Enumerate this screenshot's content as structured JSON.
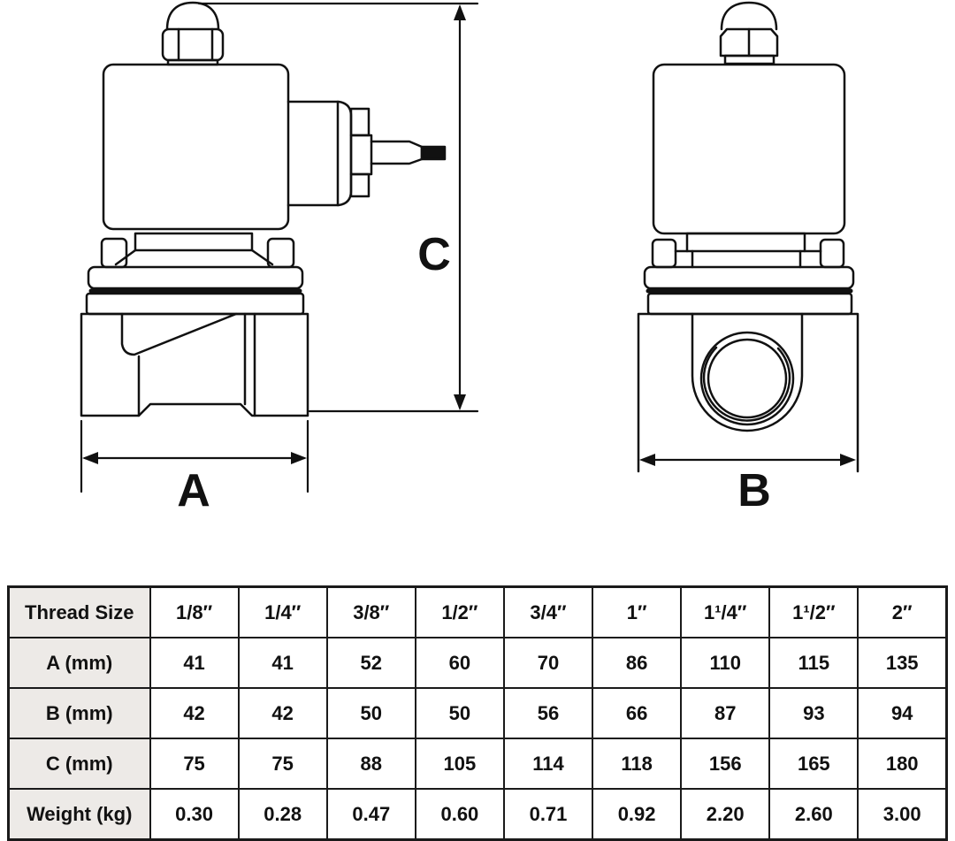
{
  "drawing": {
    "dim_labels": {
      "a": "A",
      "b": "B",
      "c": "C"
    }
  },
  "table": {
    "header": {
      "label": "Thread Size",
      "sizes": [
        "1/8′′",
        "1/4′′",
        "3/8′′",
        "1/2′′",
        "3/4′′",
        "1′′",
        "1¹/4′′",
        "1¹/2′′",
        "2′′"
      ]
    },
    "rows": [
      {
        "label": "A (mm)",
        "values": [
          "41",
          "41",
          "52",
          "60",
          "70",
          "86",
          "110",
          "115",
          "135"
        ]
      },
      {
        "label": "B (mm)",
        "values": [
          "42",
          "42",
          "50",
          "50",
          "56",
          "66",
          "87",
          "93",
          "94"
        ]
      },
      {
        "label": "C (mm)",
        "values": [
          "75",
          "75",
          "88",
          "105",
          "114",
          "118",
          "156",
          "165",
          "180"
        ]
      },
      {
        "label": "Weight (kg)",
        "values": [
          "0.30",
          "0.28",
          "0.47",
          "0.60",
          "0.71",
          "0.92",
          "2.20",
          "2.60",
          "3.00"
        ]
      }
    ]
  },
  "colors": {
    "line": "#111111",
    "table_header_bg": "#edeae7",
    "background": "#ffffff"
  }
}
